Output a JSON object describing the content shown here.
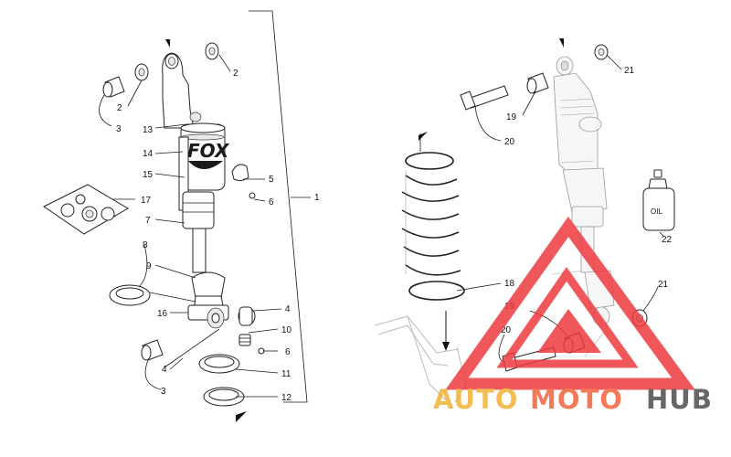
{
  "diagram": {
    "labels": [
      "1",
      "2",
      "2",
      "3",
      "13",
      "14",
      "15",
      "5",
      "6",
      "17",
      "7",
      "8",
      "9",
      "16",
      "4",
      "10",
      "6",
      "4",
      "11",
      "3",
      "12",
      "21",
      "19",
      "20",
      "18",
      "19",
      "20",
      "21",
      "22"
    ],
    "oil_label": "OIL",
    "brand_mark": "FOX"
  },
  "watermark": {
    "word1": "AUTO",
    "word2": "MOTO",
    "word3": "HUB",
    "colors": {
      "auto": "#f2b237",
      "moto": "#f2633b",
      "hub": "#4d4d4d",
      "triangle": "#ee3a3f"
    }
  }
}
